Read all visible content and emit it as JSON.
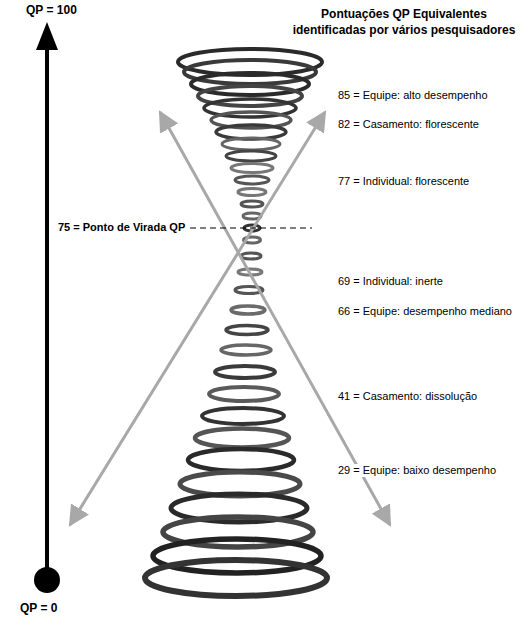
{
  "diagram": {
    "title": "Pontuações QP Equivalentes identificadas por vários pesquisadores",
    "labels": [
      "QP = 100",
      "85 = Equipe: alto desempenho",
      "82 = Casamento: florescente",
      "77 = Individual: florescente",
      "75 = Ponto de Virada QP",
      "69 = Individual: inerte",
      "66 = Equipe: desempenho mediano",
      "41 = Casamento: dissolução",
      "29 = Equipe: baixo desempenho",
      "QP = 0"
    ]
  }
}
